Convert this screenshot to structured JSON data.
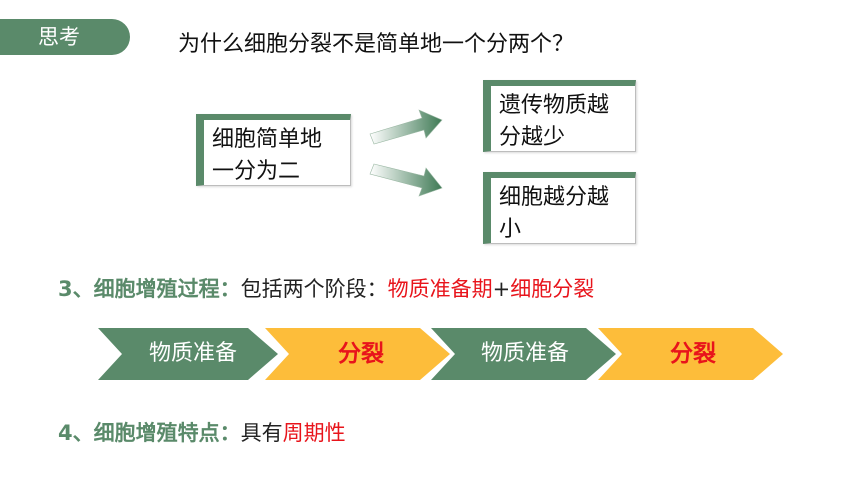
{
  "tag": {
    "label": "思考"
  },
  "question": "为什么细胞分裂不是简单地一个分两个？",
  "main_box": {
    "line1": "细胞简单地",
    "line2": "一分为二"
  },
  "result_boxes": [
    {
      "line1": "遗传物质越",
      "line2": "分越少"
    },
    {
      "line1": "细胞越分越",
      "line2": "小"
    }
  ],
  "point3": {
    "label": "3、细胞增殖过程：",
    "text": "包括两个阶段：",
    "highlight1": "物质准备期",
    "plus": "+",
    "highlight2": "细胞分裂"
  },
  "process": [
    {
      "label": "物质准备",
      "kind": "green"
    },
    {
      "label": "分裂",
      "kind": "orange"
    },
    {
      "label": "物质准备",
      "kind": "green"
    },
    {
      "label": "分裂",
      "kind": "orange"
    }
  ],
  "point4": {
    "label": "4、细胞增殖特点：",
    "text": "具有",
    "highlight": "周期性"
  },
  "colors": {
    "accent": "#5a8a6a",
    "highlight": "#e8141b",
    "chevron_orange": "#fdbd3a"
  }
}
